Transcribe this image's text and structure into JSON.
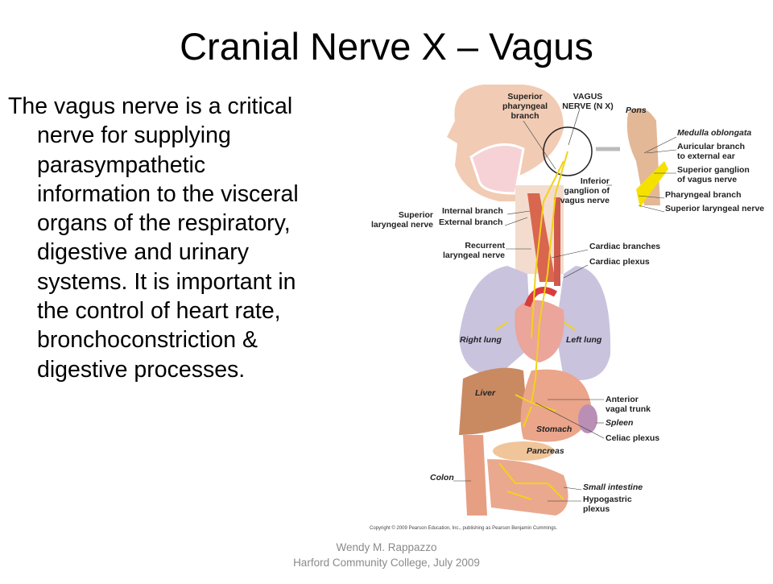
{
  "slide": {
    "title": "Cranial Nerve X – Vagus",
    "body_lines": [
      "The vagus nerve is a critical",
      "nerve for supplying",
      "parasympathetic",
      "information to the visceral",
      "organs of the respiratory,",
      "digestive and urinary",
      "systems. It is important in",
      "the control of heart rate,",
      "bronchoconstriction &",
      "digestive processes."
    ],
    "footer": {
      "author": "Wendy M. Rappazzo",
      "institution": "Harford Community College, July 2009"
    }
  },
  "figure": {
    "labels": {
      "superior_pharyngeal_branch": [
        "Superior",
        "pharyngeal",
        "branch"
      ],
      "vagus_nerve": [
        "VAGUS",
        "NERVE (N X)"
      ],
      "pons": "Pons",
      "medulla_oblongata": "Medulla oblongata",
      "auricular_branch": [
        "Auricular branch",
        "to external ear"
      ],
      "superior_ganglion": [
        "Superior ganglion",
        "of vagus nerve"
      ],
      "pharyngeal_branch": "Pharyngeal branch",
      "superior_laryngeal_nerve_right": "Superior laryngeal nerve",
      "inferior_ganglion": [
        "Inferior",
        "ganglion of",
        "vagus nerve"
      ],
      "superior_laryngeal_nerve": [
        "Superior",
        "laryngeal nerve"
      ],
      "internal_branch": "Internal branch",
      "external_branch": "External branch",
      "recurrent_laryngeal_nerve": [
        "Recurrent",
        "laryngeal nerve"
      ],
      "cardiac_branches": "Cardiac branches",
      "cardiac_plexus": "Cardiac plexus",
      "right_lung": "Right lung",
      "left_lung": "Left lung",
      "liver": "Liver",
      "anterior_vagal_trunk": [
        "Anterior",
        "vagal trunk"
      ],
      "spleen": "Spleen",
      "celiac_plexus": "Celiac plexus",
      "stomach": "Stomach",
      "pancreas": "Pancreas",
      "colon": "Colon",
      "small_intestine": "Small intestine",
      "hypogastric_plexus": [
        "Hypogastric",
        "plexus"
      ]
    },
    "copyright": "Copyright © 2009 Pearson Education, Inc., publishing as Pearson Benjamin Cummings.",
    "colors": {
      "nerve": "#f2d21a",
      "lung": "#c9c3de",
      "organ": "#e7a58a",
      "liver": "#c98a62",
      "skin": "#f1cbb3"
    }
  }
}
